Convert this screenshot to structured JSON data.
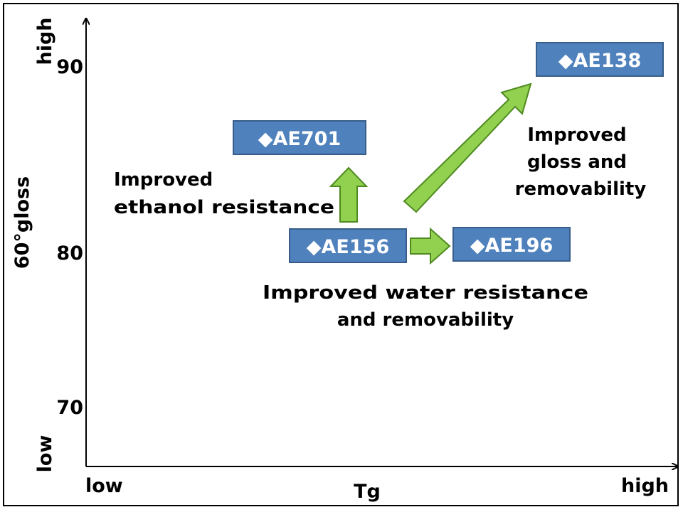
{
  "chart_data": {
    "type": "scatter",
    "title": "",
    "xlabel": "Tg",
    "ylabel": "60°gloss",
    "x_axis": {
      "low_label": "low",
      "high_label": "high"
    },
    "y_axis": {
      "low_label": "low",
      "high_label": "high",
      "ticks": [
        "70",
        "80",
        "90"
      ]
    },
    "grid": false,
    "legend": "none",
    "points": [
      {
        "name": "◆AE156",
        "y": 80
      },
      {
        "name": "◆AE196",
        "y": 80
      },
      {
        "name": "◆AE701",
        "y": 86
      },
      {
        "name": "◆AE138",
        "y": 90
      }
    ],
    "annotations": [
      {
        "from": "◆AE156",
        "to": "◆AE701",
        "text": [
          "Improved",
          "ethanol resistance"
        ]
      },
      {
        "from": "◆AE156",
        "to": "◆AE196",
        "text": [
          "Improved water resistance",
          "and removability"
        ]
      },
      {
        "from": "◆AE156",
        "to": "◆AE138",
        "text": [
          "Improved",
          "gloss and",
          "removability"
        ]
      }
    ],
    "colors": {
      "box_fill": "#4f81bd",
      "box_stroke": "#385d8a",
      "arrow_fill": "#92d050",
      "arrow_stroke": "#4e8a1e",
      "text": "#000000"
    }
  }
}
